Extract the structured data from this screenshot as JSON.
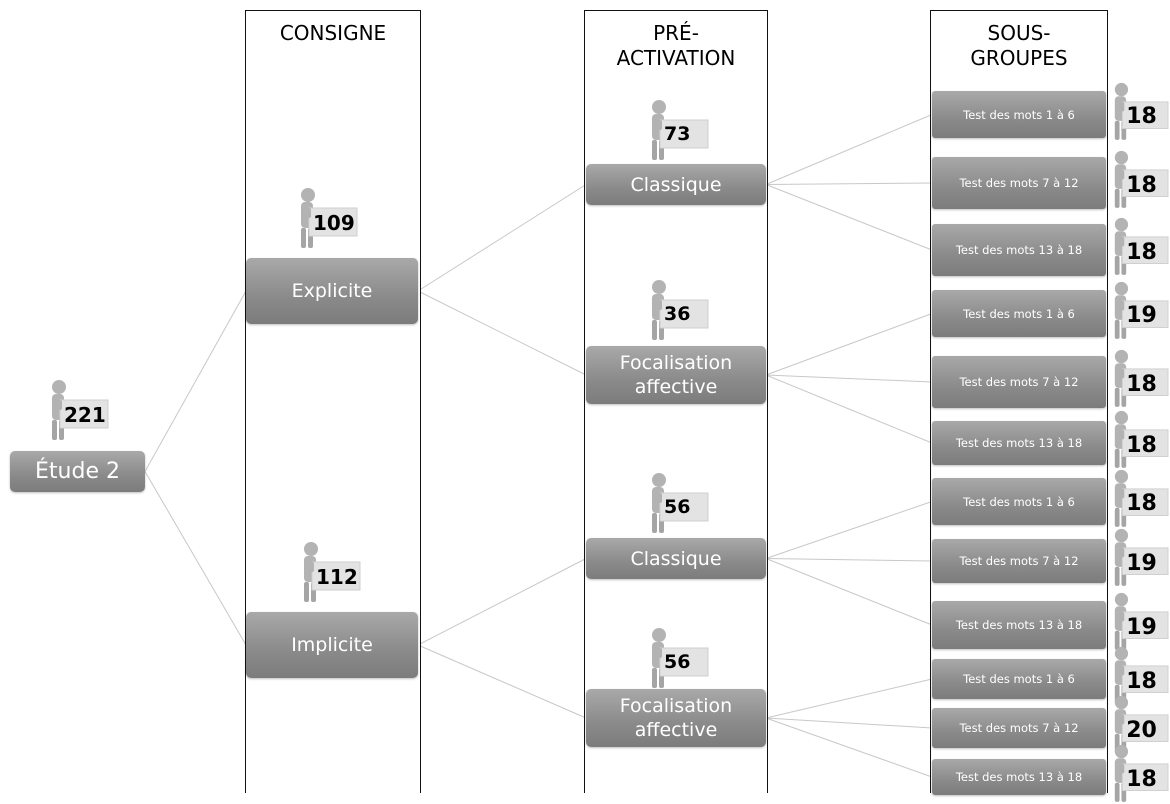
{
  "diagram": {
    "columns": [
      {
        "id": "consigne",
        "header": "CONSIGNE"
      },
      {
        "id": "preactivation",
        "header": "PRÉ-\nACTIVATION"
      },
      {
        "id": "sousgroupes",
        "header": "SOUS-\nGROUPES"
      }
    ],
    "root": {
      "id": "root",
      "label": "Étude 2",
      "count": "221"
    },
    "level1": [
      {
        "id": "explicite",
        "label": "Explicite",
        "count": "109"
      },
      {
        "id": "implicite",
        "label": "Implicite",
        "count": "112"
      }
    ],
    "level2": [
      {
        "id": "exp-classique",
        "parent": "explicite",
        "label": "Classique",
        "count": "73"
      },
      {
        "id": "exp-focal",
        "parent": "explicite",
        "label": "Focalisation\naffective",
        "count": "36"
      },
      {
        "id": "imp-classique",
        "parent": "implicite",
        "label": "Classique",
        "count": "56"
      },
      {
        "id": "imp-focal",
        "parent": "implicite",
        "label": "Focalisation\naffective",
        "count": "56"
      }
    ],
    "level3": [
      {
        "parent": "exp-classique",
        "label": "Test des mots 1 à 6",
        "count": "18"
      },
      {
        "parent": "exp-classique",
        "label": "Test des mots  7 à 12",
        "count": "18"
      },
      {
        "parent": "exp-classique",
        "label": "Test des mots 13 à 18",
        "count": "18"
      },
      {
        "parent": "exp-focal",
        "label": "Test des mots 1 à 6",
        "count": "19"
      },
      {
        "parent": "exp-focal",
        "label": "Test des mots 7 à 12",
        "count": "18"
      },
      {
        "parent": "exp-focal",
        "label": "Test des mots 13 à 18",
        "count": "18"
      },
      {
        "parent": "imp-classique",
        "label": "Test des mots  1 à 6",
        "count": "18"
      },
      {
        "parent": "imp-classique",
        "label": "Test des mots  7 à 12",
        "count": "19"
      },
      {
        "parent": "imp-classique",
        "label": "Test des mots  13 à 18",
        "count": "19"
      },
      {
        "parent": "imp-focal",
        "label": "Test des mots  1 à 6",
        "count": "18"
      },
      {
        "parent": "imp-focal",
        "label": "Test des mots  7 à 12",
        "count": "20"
      },
      {
        "parent": "imp-focal",
        "label": "Test des mots  13 à 18",
        "count": "18"
      }
    ],
    "colors": {
      "node_fill_top": "#a9a9a9",
      "node_fill_bottom": "#7c7c7c",
      "node_text": "#ffffff",
      "connector": "#c8c8c8",
      "column_border": "#111111",
      "figure": "#b3b3b3",
      "sign_board": "#e3e3e3"
    }
  }
}
